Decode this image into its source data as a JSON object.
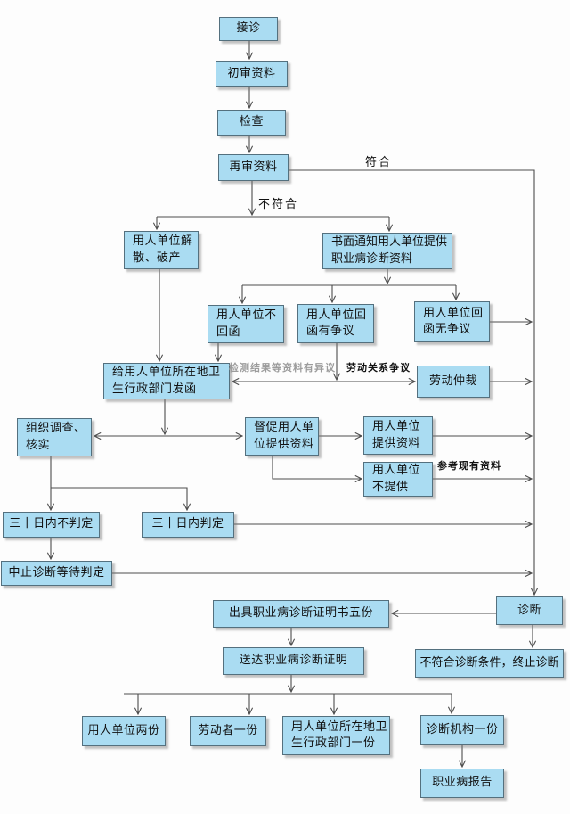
{
  "flowchart": {
    "nodes": [
      {
        "id": "reception",
        "label": "接诊"
      },
      {
        "id": "initial-review",
        "label": "初审资料"
      },
      {
        "id": "examination",
        "label": "检查"
      },
      {
        "id": "re-review",
        "label": "再审资料"
      },
      {
        "id": "employer-dissolved",
        "label": "用人单位解\n散、破产"
      },
      {
        "id": "written-notice",
        "label": "书面通知用人单位提供\n职业病诊断资料"
      },
      {
        "id": "no-reply",
        "label": "用人单位不\n回函"
      },
      {
        "id": "reply-disputed",
        "label": "用人单位回\n函有争议"
      },
      {
        "id": "reply-undisputed",
        "label": "用人单位回\n函无争议"
      },
      {
        "id": "labor-arbitration",
        "label": "劳动仲裁"
      },
      {
        "id": "letter-to-health-dept",
        "label": "给用人单位所在地卫\n生行政部门发函"
      },
      {
        "id": "investigate-verify",
        "label": "组织调查、\n核实"
      },
      {
        "id": "urge-employer",
        "label": "督促用人单\n位提供资料"
      },
      {
        "id": "employer-provides",
        "label": "用人单位\n提供资料"
      },
      {
        "id": "employer-not-provide",
        "label": "用人单位\n不提供"
      },
      {
        "id": "not-determined-30-days",
        "label": "三十日内不判定"
      },
      {
        "id": "determined-30-days",
        "label": "三十日内判定"
      },
      {
        "id": "suspend-diagnosis",
        "label": "中止诊断等待判定"
      },
      {
        "id": "diagnosis",
        "label": "诊断"
      },
      {
        "id": "issue-certificate",
        "label": "出具职业病诊断证明书五份"
      },
      {
        "id": "terminate-diagnosis",
        "label": "不符合诊断条件，终止诊断"
      },
      {
        "id": "deliver-certificate",
        "label": "送达职业病诊断证明"
      },
      {
        "id": "employer-two-copies",
        "label": "用人单位两份"
      },
      {
        "id": "worker-one-copy",
        "label": "劳动者一份"
      },
      {
        "id": "health-dept-one-copy",
        "label": "用人单位所在地卫\n生行政部门一份"
      },
      {
        "id": "institution-one-copy",
        "label": "诊断机构一份"
      },
      {
        "id": "disease-report",
        "label": "职业病报告"
      }
    ],
    "edge_labels": {
      "conform": "符合",
      "nonconform": "不符合",
      "test_dispute": "检测结果等资料有异议",
      "labor_dispute": "劳动关系争议",
      "reference_existing": "参考现有资料"
    },
    "colors": {
      "node_fill": "#AADCF2",
      "node_border": "#54707E",
      "line": "#4D4D4D",
      "text": "#111111",
      "muted": "#9C9C9C",
      "background": "#FDFDFD"
    }
  }
}
